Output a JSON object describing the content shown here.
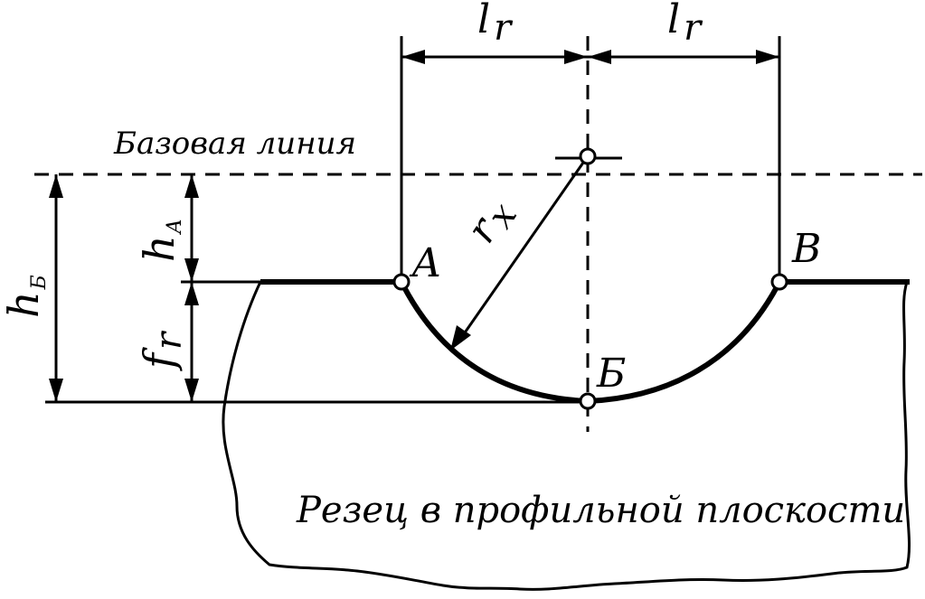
{
  "labels": {
    "dim_l_left": "l",
    "dim_l_left_sub": "r",
    "dim_l_right": "l",
    "dim_l_right_sub": "r",
    "baseline": "Базовая линия",
    "radius": "r",
    "radius_sub": "x",
    "h_b": "h",
    "h_b_sub": "Б",
    "h_a": "h",
    "h_a_sub": "A",
    "f_r": "f",
    "f_r_sub": "r",
    "point_a": "A",
    "point_b": "Б",
    "point_v": "B",
    "cutter": "Резец в профильной плоскости"
  }
}
